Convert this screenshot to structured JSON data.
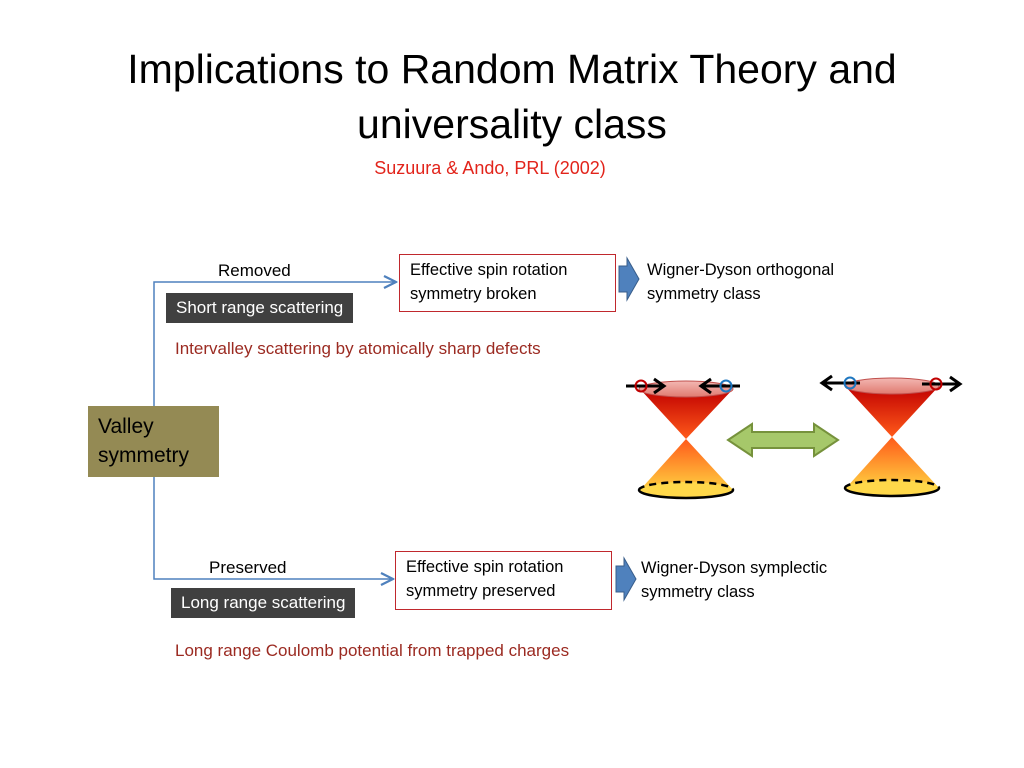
{
  "slide": {
    "title_line1": "Implications to Random Matrix Theory and",
    "title_line2": "universality class",
    "citation": "Suzuura & Ando, PRL (2002)"
  },
  "valley": {
    "line1": "Valley",
    "line2": "symmetry"
  },
  "top_branch": {
    "label": "Removed",
    "scattering": "Short range scattering",
    "effect_line1": "Effective spin rotation",
    "effect_line2": "symmetry broken",
    "result_line1": "Wigner-Dyson orthogonal",
    "result_line2": "symmetry class",
    "note": "Intervalley scattering by atomically sharp defects"
  },
  "bottom_branch": {
    "label": "Preserved",
    "scattering": "Long range scattering",
    "effect_line1": "Effective spin rotation",
    "effect_line2": "symmetry preserved",
    "result_line1": "Wigner-Dyson symplectic",
    "result_line2": "symmetry class",
    "note": "Long range Coulomb potential from trapped charges"
  },
  "colors": {
    "citation": "#e2241b",
    "note": "#9b2a21",
    "valley_box": "#948a54",
    "dark_box": "#404040",
    "red_box_border": "#c0282d",
    "connector": "#4f81bd",
    "double_arrow": "#8db548"
  }
}
